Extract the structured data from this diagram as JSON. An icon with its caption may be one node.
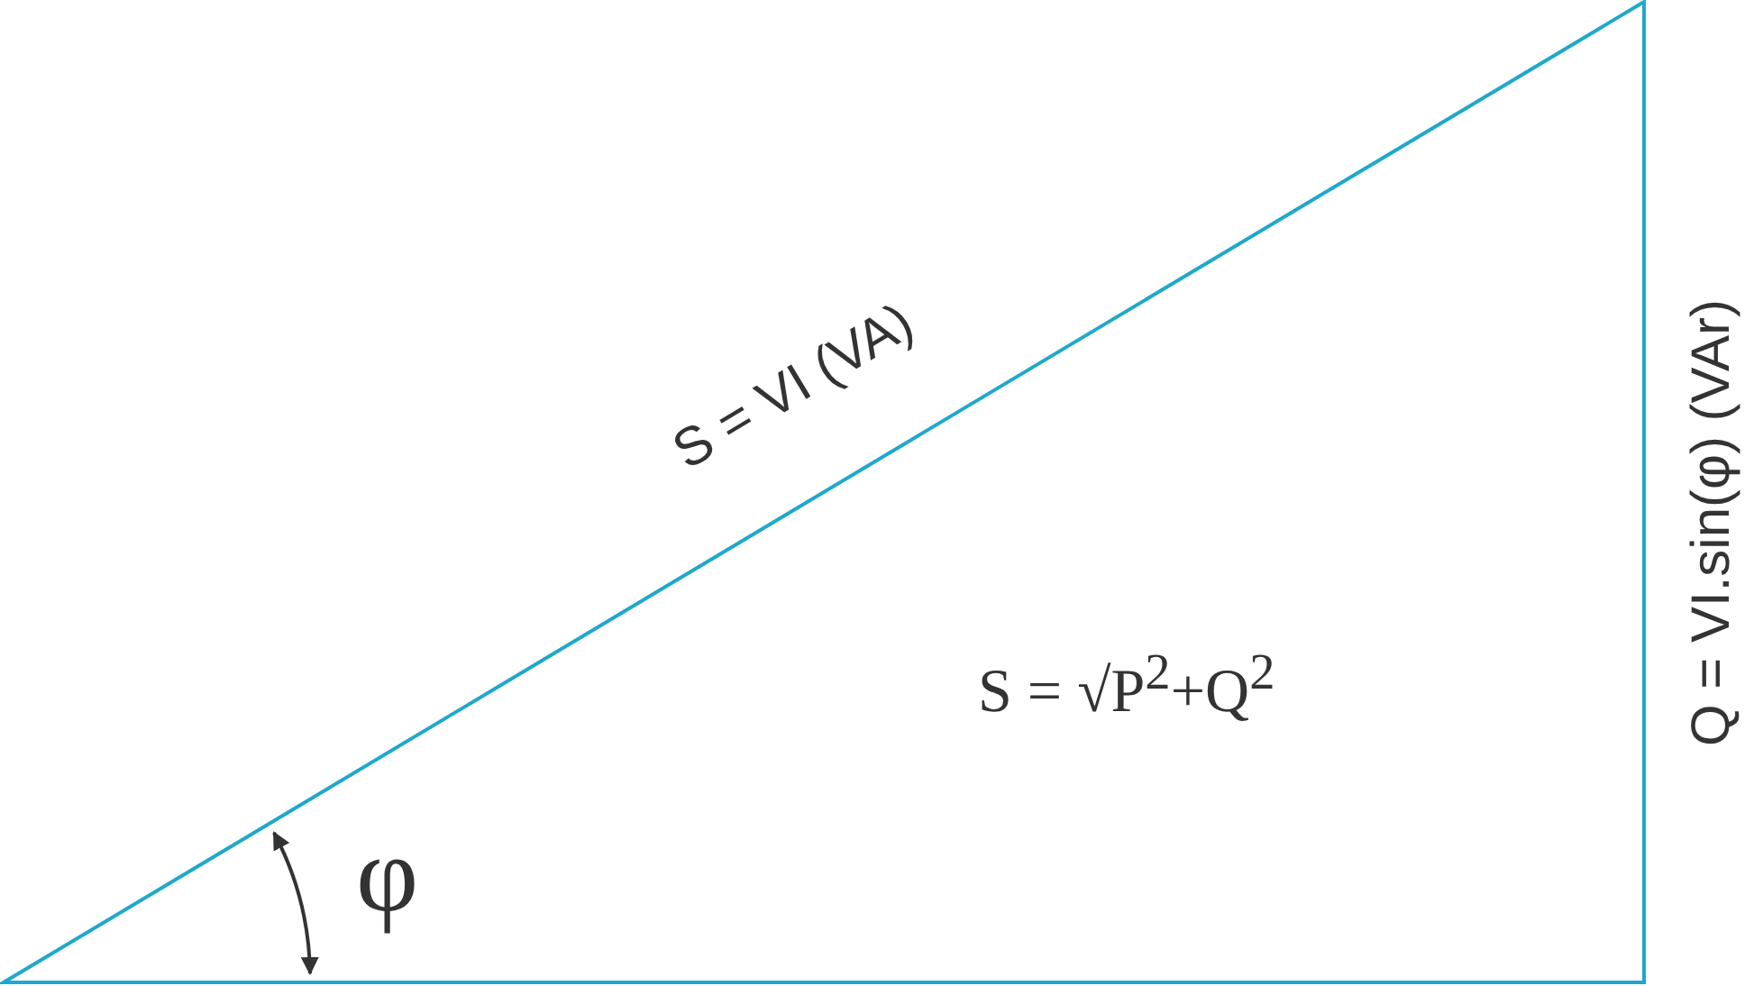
{
  "diagram": {
    "labels": [
      "S = VI (VA)",
      "S = √P$^{2}$+Q$^{2}$",
      "φ",
      "Q = VI.sin(φ) (VAr)"
    ]
  }
}
